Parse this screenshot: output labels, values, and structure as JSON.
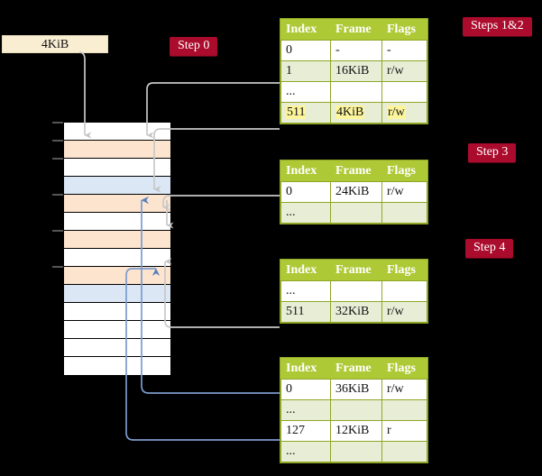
{
  "title": "Multi-level page table walk diagram",
  "labels": {
    "frame_size": "4KiB"
  },
  "badges": {
    "step0": "Step 0",
    "steps12": "Steps 1&2",
    "step3": "Step 3",
    "step4": "Step 4"
  },
  "columns": [
    "Index",
    "Frame",
    "Flags"
  ],
  "tables": [
    {
      "id": "table-steps-1-2",
      "rows": [
        {
          "index": "0",
          "frame": "-",
          "flags": "-",
          "shade": "white",
          "highlight": false
        },
        {
          "index": "1",
          "frame": "16KiB",
          "flags": "r/w",
          "shade": "alt",
          "highlight": false
        },
        {
          "index": "...",
          "frame": "",
          "flags": "",
          "shade": "white",
          "highlight": false
        },
        {
          "index": "511",
          "frame": "4KiB",
          "flags": "r/w",
          "shade": "alt",
          "highlight": true
        }
      ]
    },
    {
      "id": "table-step-3",
      "rows": [
        {
          "index": "0",
          "frame": "24KiB",
          "flags": "r/w",
          "shade": "white",
          "highlight": false
        },
        {
          "index": "...",
          "frame": "",
          "flags": "",
          "shade": "alt",
          "highlight": false
        }
      ]
    },
    {
      "id": "table-step-4a",
      "rows": [
        {
          "index": "...",
          "frame": "",
          "flags": "",
          "shade": "white",
          "highlight": false
        },
        {
          "index": "511",
          "frame": "32KiB",
          "flags": "r/w",
          "shade": "alt",
          "highlight": false
        }
      ]
    },
    {
      "id": "table-step-4b",
      "rows": [
        {
          "index": "0",
          "frame": "36KiB",
          "flags": "r/w",
          "shade": "white",
          "highlight": false
        },
        {
          "index": "...",
          "frame": "",
          "flags": "",
          "shade": "alt",
          "highlight": false
        },
        {
          "index": "127",
          "frame": "12KiB",
          "flags": "r",
          "shade": "white",
          "highlight": false
        },
        {
          "index": "...",
          "frame": "",
          "flags": "",
          "shade": "alt",
          "highlight": false
        }
      ]
    }
  ],
  "memory": {
    "cells": [
      {
        "fill": "white"
      },
      {
        "fill": "orange"
      },
      {
        "fill": "white"
      },
      {
        "fill": "blue"
      },
      {
        "fill": "orange"
      },
      {
        "fill": "white"
      },
      {
        "fill": "orange"
      },
      {
        "fill": "white"
      },
      {
        "fill": "orange"
      },
      {
        "fill": "blue"
      },
      {
        "fill": "white"
      },
      {
        "fill": "white"
      },
      {
        "fill": "white"
      },
      {
        "fill": "white"
      }
    ]
  },
  "colors": {
    "badge": "#ab0b2c",
    "table_header": "#aec936",
    "table_alt_row": "#e8edd6",
    "highlight": "#fcf59c",
    "memory_orange": "#fce4cf",
    "memory_blue": "#dbe7f5",
    "label_bg": "#faeed2",
    "connector_gray": "#c8c8c8",
    "connector_blue": "#7b9ccc",
    "background": "#000000"
  }
}
